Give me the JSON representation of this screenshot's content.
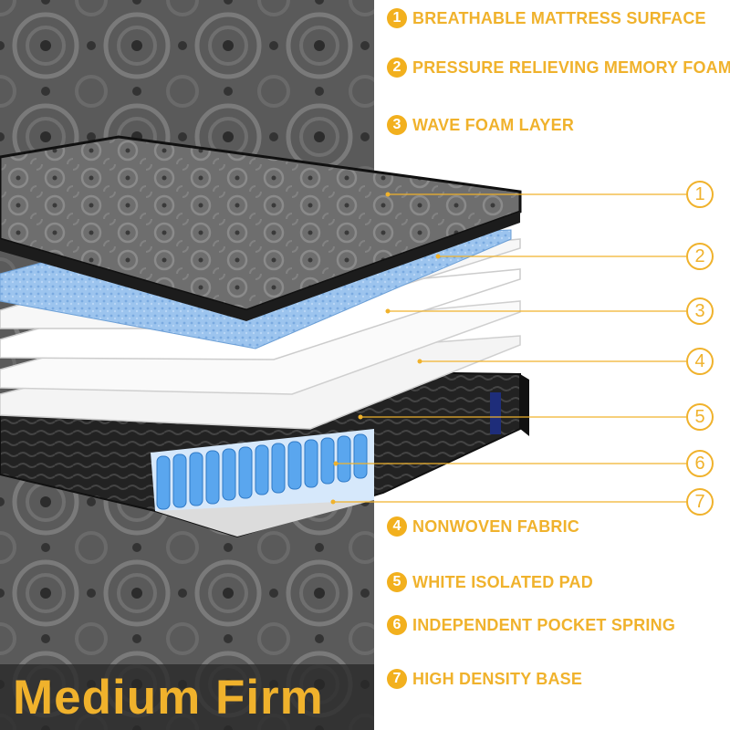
{
  "legend": [
    {
      "num": "1",
      "text": "BREATHABLE MATTRESS SURFACE"
    },
    {
      "num": "2",
      "text": "PRESSURE RELIEVING MEMORY FOAM"
    },
    {
      "num": "3",
      "text": "WAVE FOAM LAYER"
    },
    {
      "num": "4",
      "text": "NONWOVEN FABRIC"
    },
    {
      "num": "5",
      "text": "WHITE ISOLATED PAD"
    },
    {
      "num": "6",
      "text": "INDEPENDENT POCKET SPRING"
    },
    {
      "num": "7",
      "text": "HIGH DENSITY BASE"
    }
  ],
  "callouts": [
    "1",
    "2",
    "3",
    "4",
    "5",
    "6",
    "7"
  ],
  "firmness_label": "Medium Firm",
  "colors": {
    "accent": "#f0b22c",
    "fabric": "#5c5c5c",
    "foam_blue": "#8ab8e8",
    "spring_blue": "#5aa6ee",
    "base_black": "#1c1c1c"
  },
  "icons": [
    "circle-number-icon"
  ]
}
